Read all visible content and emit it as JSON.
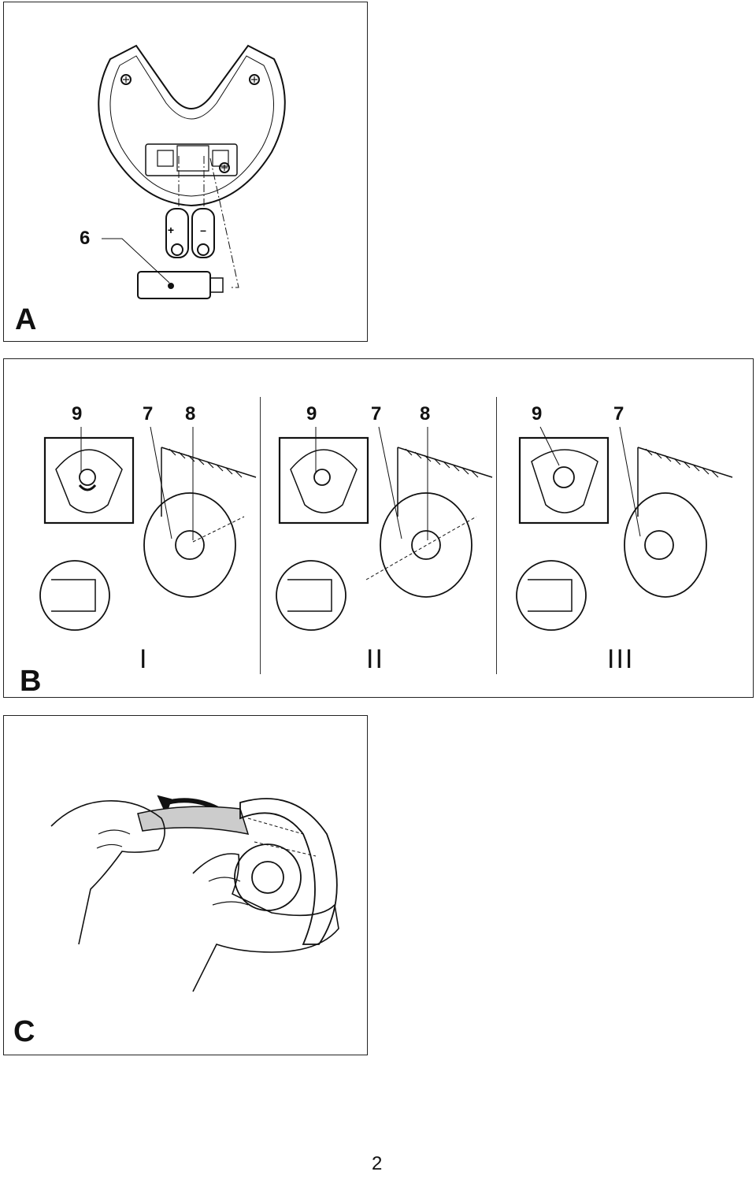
{
  "panel_a": {
    "letter": "A",
    "callout": "6",
    "battery_plus": "+",
    "battery_minus": "–"
  },
  "panel_b": {
    "letter": "B",
    "steps": [
      {
        "roman": "I",
        "callouts": [
          "9",
          "7",
          "8"
        ]
      },
      {
        "roman": "II",
        "callouts": [
          "9",
          "7",
          "8"
        ]
      },
      {
        "roman": "III",
        "callouts": [
          "9",
          "7"
        ]
      }
    ]
  },
  "panel_c": {
    "letter": "C"
  },
  "page_number": "2"
}
